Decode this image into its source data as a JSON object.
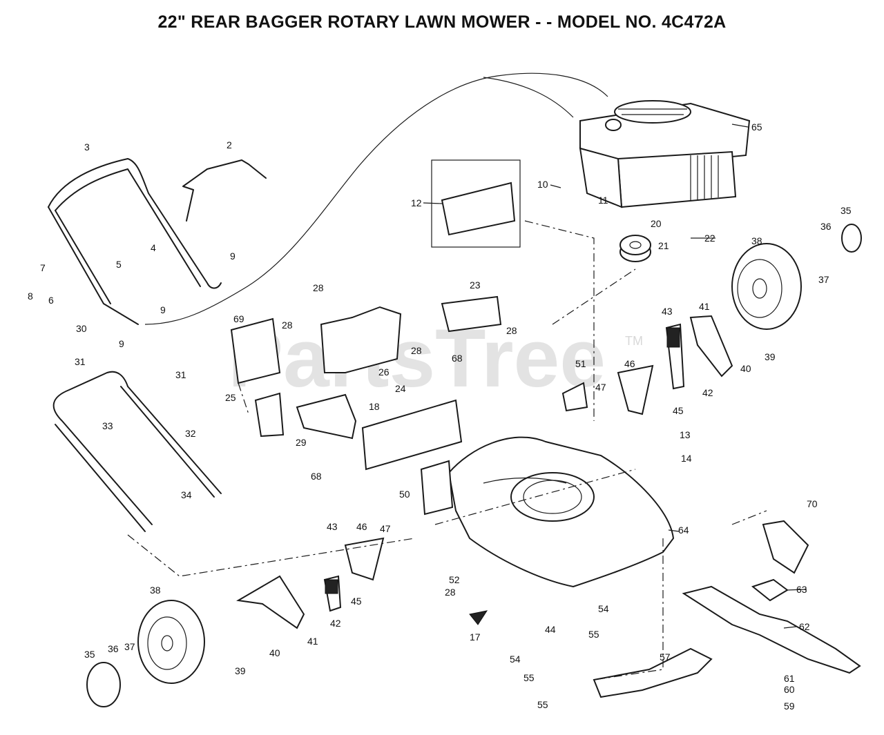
{
  "title": "22\" REAR BAGGER ROTARY LAWN MOWER - - MODEL NO. 4C472A",
  "watermark": {
    "text": "PartsTree",
    "trademark": "TM"
  },
  "labels": {
    "p2": "2",
    "p3": "3",
    "p4": "4",
    "p5": "5",
    "p6": "6",
    "p7": "7",
    "p8": "8",
    "p9a": "9",
    "p9b": "9",
    "p9c": "9",
    "p10": "10",
    "p11": "11",
    "p12": "12",
    "p13": "13",
    "p14": "14",
    "p17": "17",
    "p18": "18",
    "p20": "20",
    "p21": "21",
    "p22": "22",
    "p23": "23",
    "p24": "24",
    "p25": "25",
    "p26": "26",
    "p28a": "28",
    "p28b": "28",
    "p28c": "28",
    "p28d": "28",
    "p28e": "28",
    "p29": "29",
    "p30": "30",
    "p31a": "31",
    "p31b": "31",
    "p32": "32",
    "p33": "33",
    "p34": "34",
    "p35a": "35",
    "p35b": "35",
    "p36a": "36",
    "p36b": "36",
    "p37a": "37",
    "p37b": "37",
    "p38a": "38",
    "p38b": "38",
    "p39a": "39",
    "p39b": "39",
    "p40a": "40",
    "p40b": "40",
    "p41a": "41",
    "p41b": "41",
    "p42a": "42",
    "p42b": "42",
    "p43a": "43",
    "p43b": "43",
    "p44": "44",
    "p45a": "45",
    "p45b": "45",
    "p46a": "46",
    "p46b": "46",
    "p47a": "47",
    "p47b": "47",
    "p50": "50",
    "p51": "51",
    "p52": "52",
    "p54a": "54",
    "p54b": "54",
    "p55a": "55",
    "p55b": "55",
    "p55c": "55",
    "p57": "57",
    "p59": "59",
    "p60": "60",
    "p61": "61",
    "p62": "62",
    "p63": "63",
    "p64": "64",
    "p65": "65",
    "p68a": "68",
    "p68b": "68",
    "p69": "69",
    "p70": "70"
  }
}
